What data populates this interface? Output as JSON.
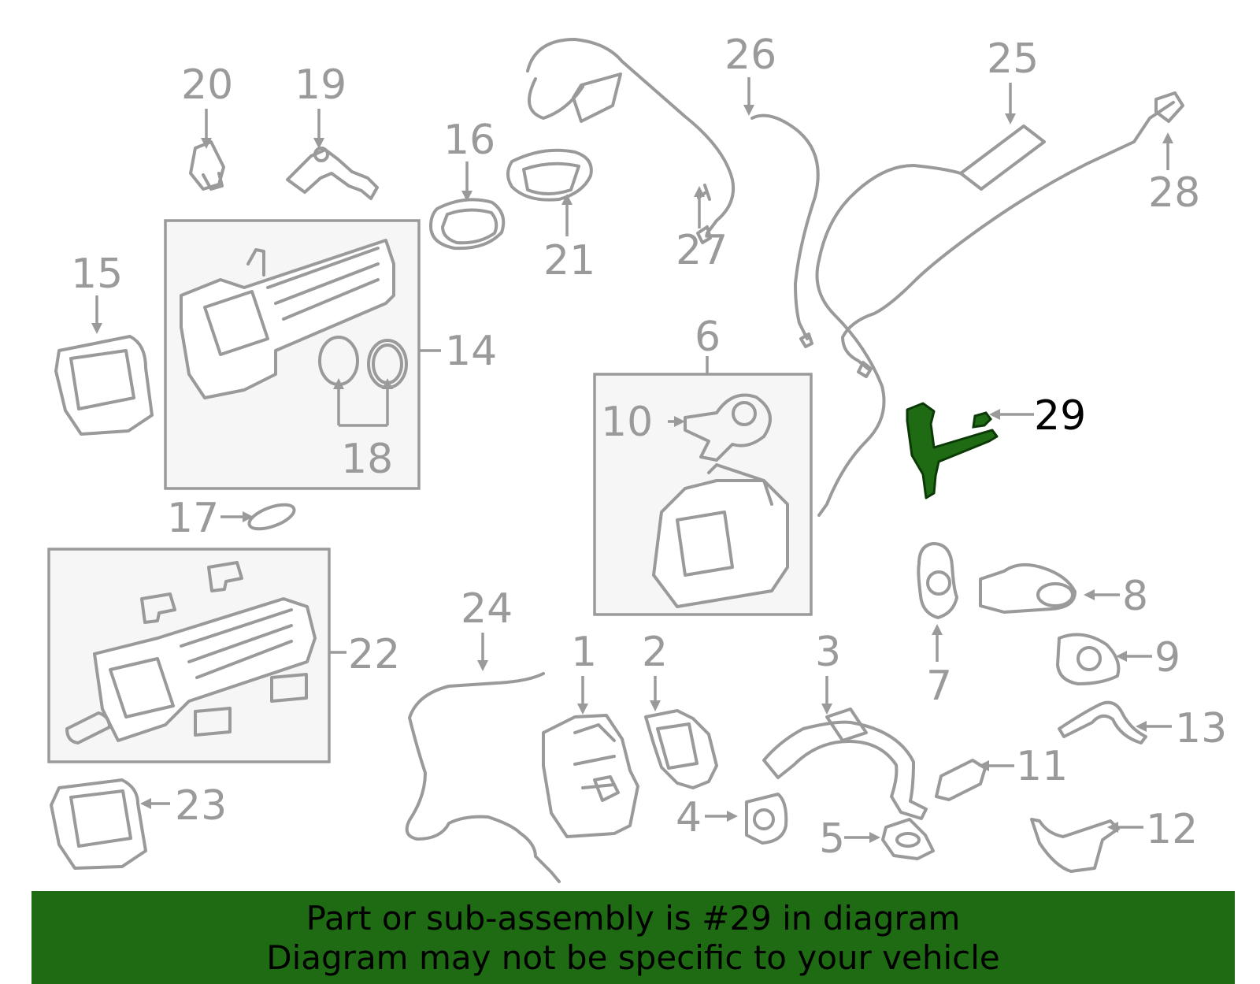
{
  "highlight_color": "#1f6b14",
  "label_color": "#9a9a9a",
  "callouts": {
    "c1": "1",
    "c2": "2",
    "c3": "3",
    "c4": "4",
    "c5": "5",
    "c6": "6",
    "c7": "7",
    "c8": "8",
    "c9": "9",
    "c10": "10",
    "c11": "11",
    "c12": "12",
    "c13": "13",
    "c14": "14",
    "c15": "15",
    "c16": "16",
    "c17": "17",
    "c18": "18",
    "c19": "19",
    "c20": "20",
    "c21": "21",
    "c22": "22",
    "c23": "23",
    "c24": "24",
    "c25": "25",
    "c26": "26",
    "c27": "27",
    "c28": "28",
    "c29": "29"
  },
  "banner": {
    "line1": "Part or sub-assembly is #29 in diagram",
    "line2": "Diagram may not be specific to your vehicle"
  }
}
